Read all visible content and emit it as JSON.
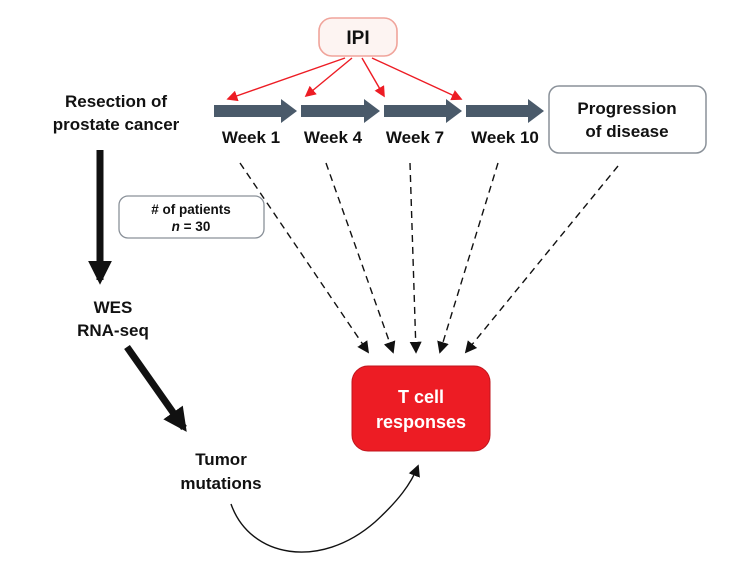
{
  "diagram": {
    "ipi": {
      "label": "IPI"
    },
    "timeline": {
      "weeks": [
        "Week 1",
        "Week 4",
        "Week 7",
        "Week 10"
      ]
    },
    "progression": {
      "line1": "Progression",
      "line2": "of disease"
    },
    "resection": {
      "line1": "Resection of",
      "line2": "prostate cancer"
    },
    "patients": {
      "line1": "# of patients",
      "n_italic": "n",
      "n_rest": " = 30"
    },
    "sequencing": {
      "line1": "WES",
      "line2": "RNA-seq"
    },
    "tumor": {
      "line1": "Tumor",
      "line2": "mutations"
    },
    "tcell": {
      "line1": "T cell",
      "line2": "responses"
    },
    "colors": {
      "red": "#ed1c24",
      "slate_arrow": "#4a5a6a",
      "ipi_fill": "#fdf4f2",
      "ipi_border": "#f0a49b",
      "box_border": "#8a9199",
      "text": "#111111",
      "tcell_text": "#ffffff"
    }
  }
}
